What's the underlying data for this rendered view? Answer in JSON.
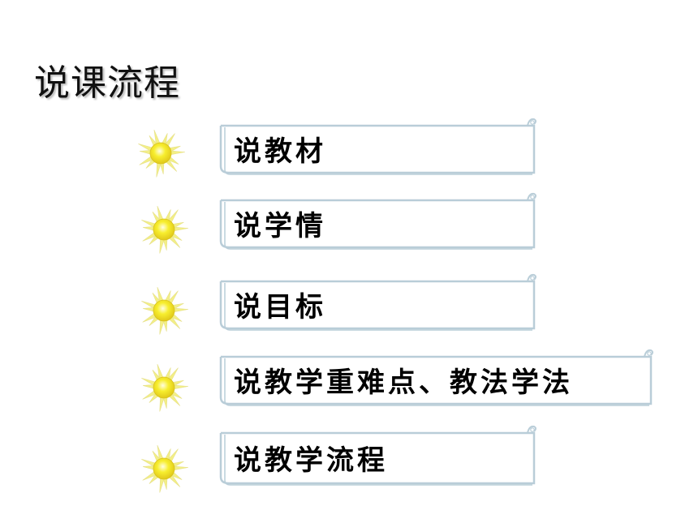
{
  "slide": {
    "title": "说课流程",
    "items": [
      {
        "label": "说教材"
      },
      {
        "label": "说学情"
      },
      {
        "label": "说目标"
      },
      {
        "label": "说教学重难点、教法学法"
      },
      {
        "label": "说教学流程"
      }
    ]
  },
  "icons": {
    "bullet": "sun-icon"
  },
  "colors": {
    "scroll_border": "#b9cdd8",
    "sun_core": "#f7ee2e",
    "sun_rays": "#f3ef86",
    "text": "#000000"
  }
}
